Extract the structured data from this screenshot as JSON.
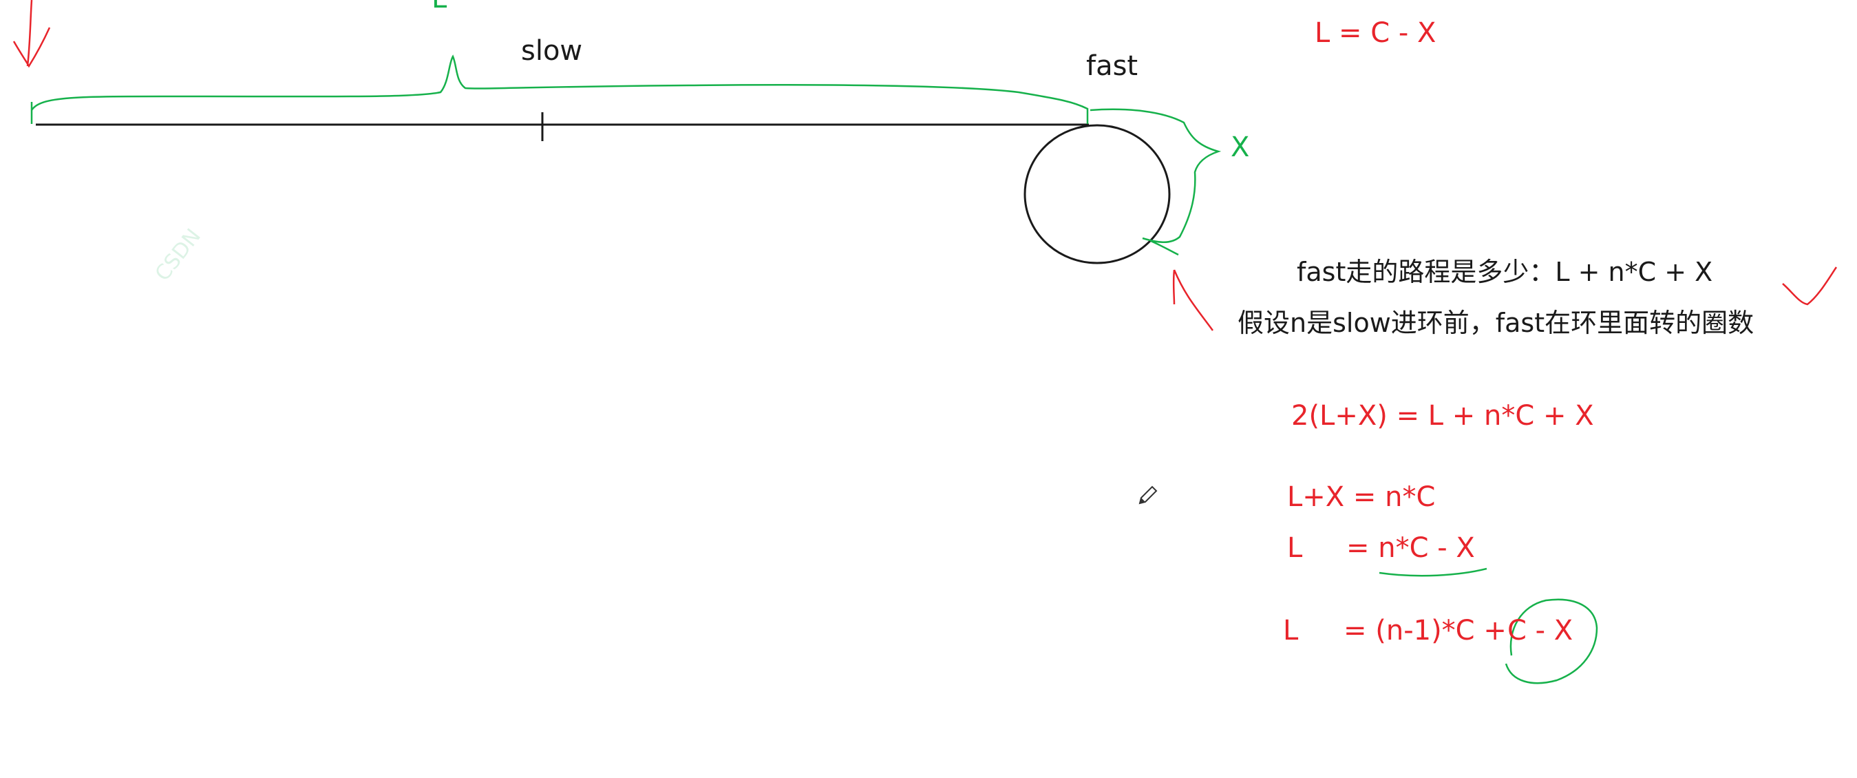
{
  "labels": {
    "top_L": "L",
    "slow": "slow",
    "fast": "fast",
    "X": "X",
    "eq_top": "L = C - X"
  },
  "notes": {
    "line1": "fast走的路程是多少：L + n*C + X",
    "line2": "假设n是slow进环前，fast在环里面转的圈数"
  },
  "equations": {
    "eq1": "2(L+X)  = L + n*C + X",
    "eq2": "L+X = n*C",
    "eq3_left": "L",
    "eq3_right": "= n*C - X",
    "eq4_left": "L",
    "eq4_mid": "= (n-1)*C + ",
    "eq4_right": "C - X"
  },
  "colors": {
    "ink": "#1a1a1a",
    "red": "#e8242b",
    "green": "#16b14b"
  },
  "icons": {
    "cursor": "pencil-cursor-icon"
  }
}
